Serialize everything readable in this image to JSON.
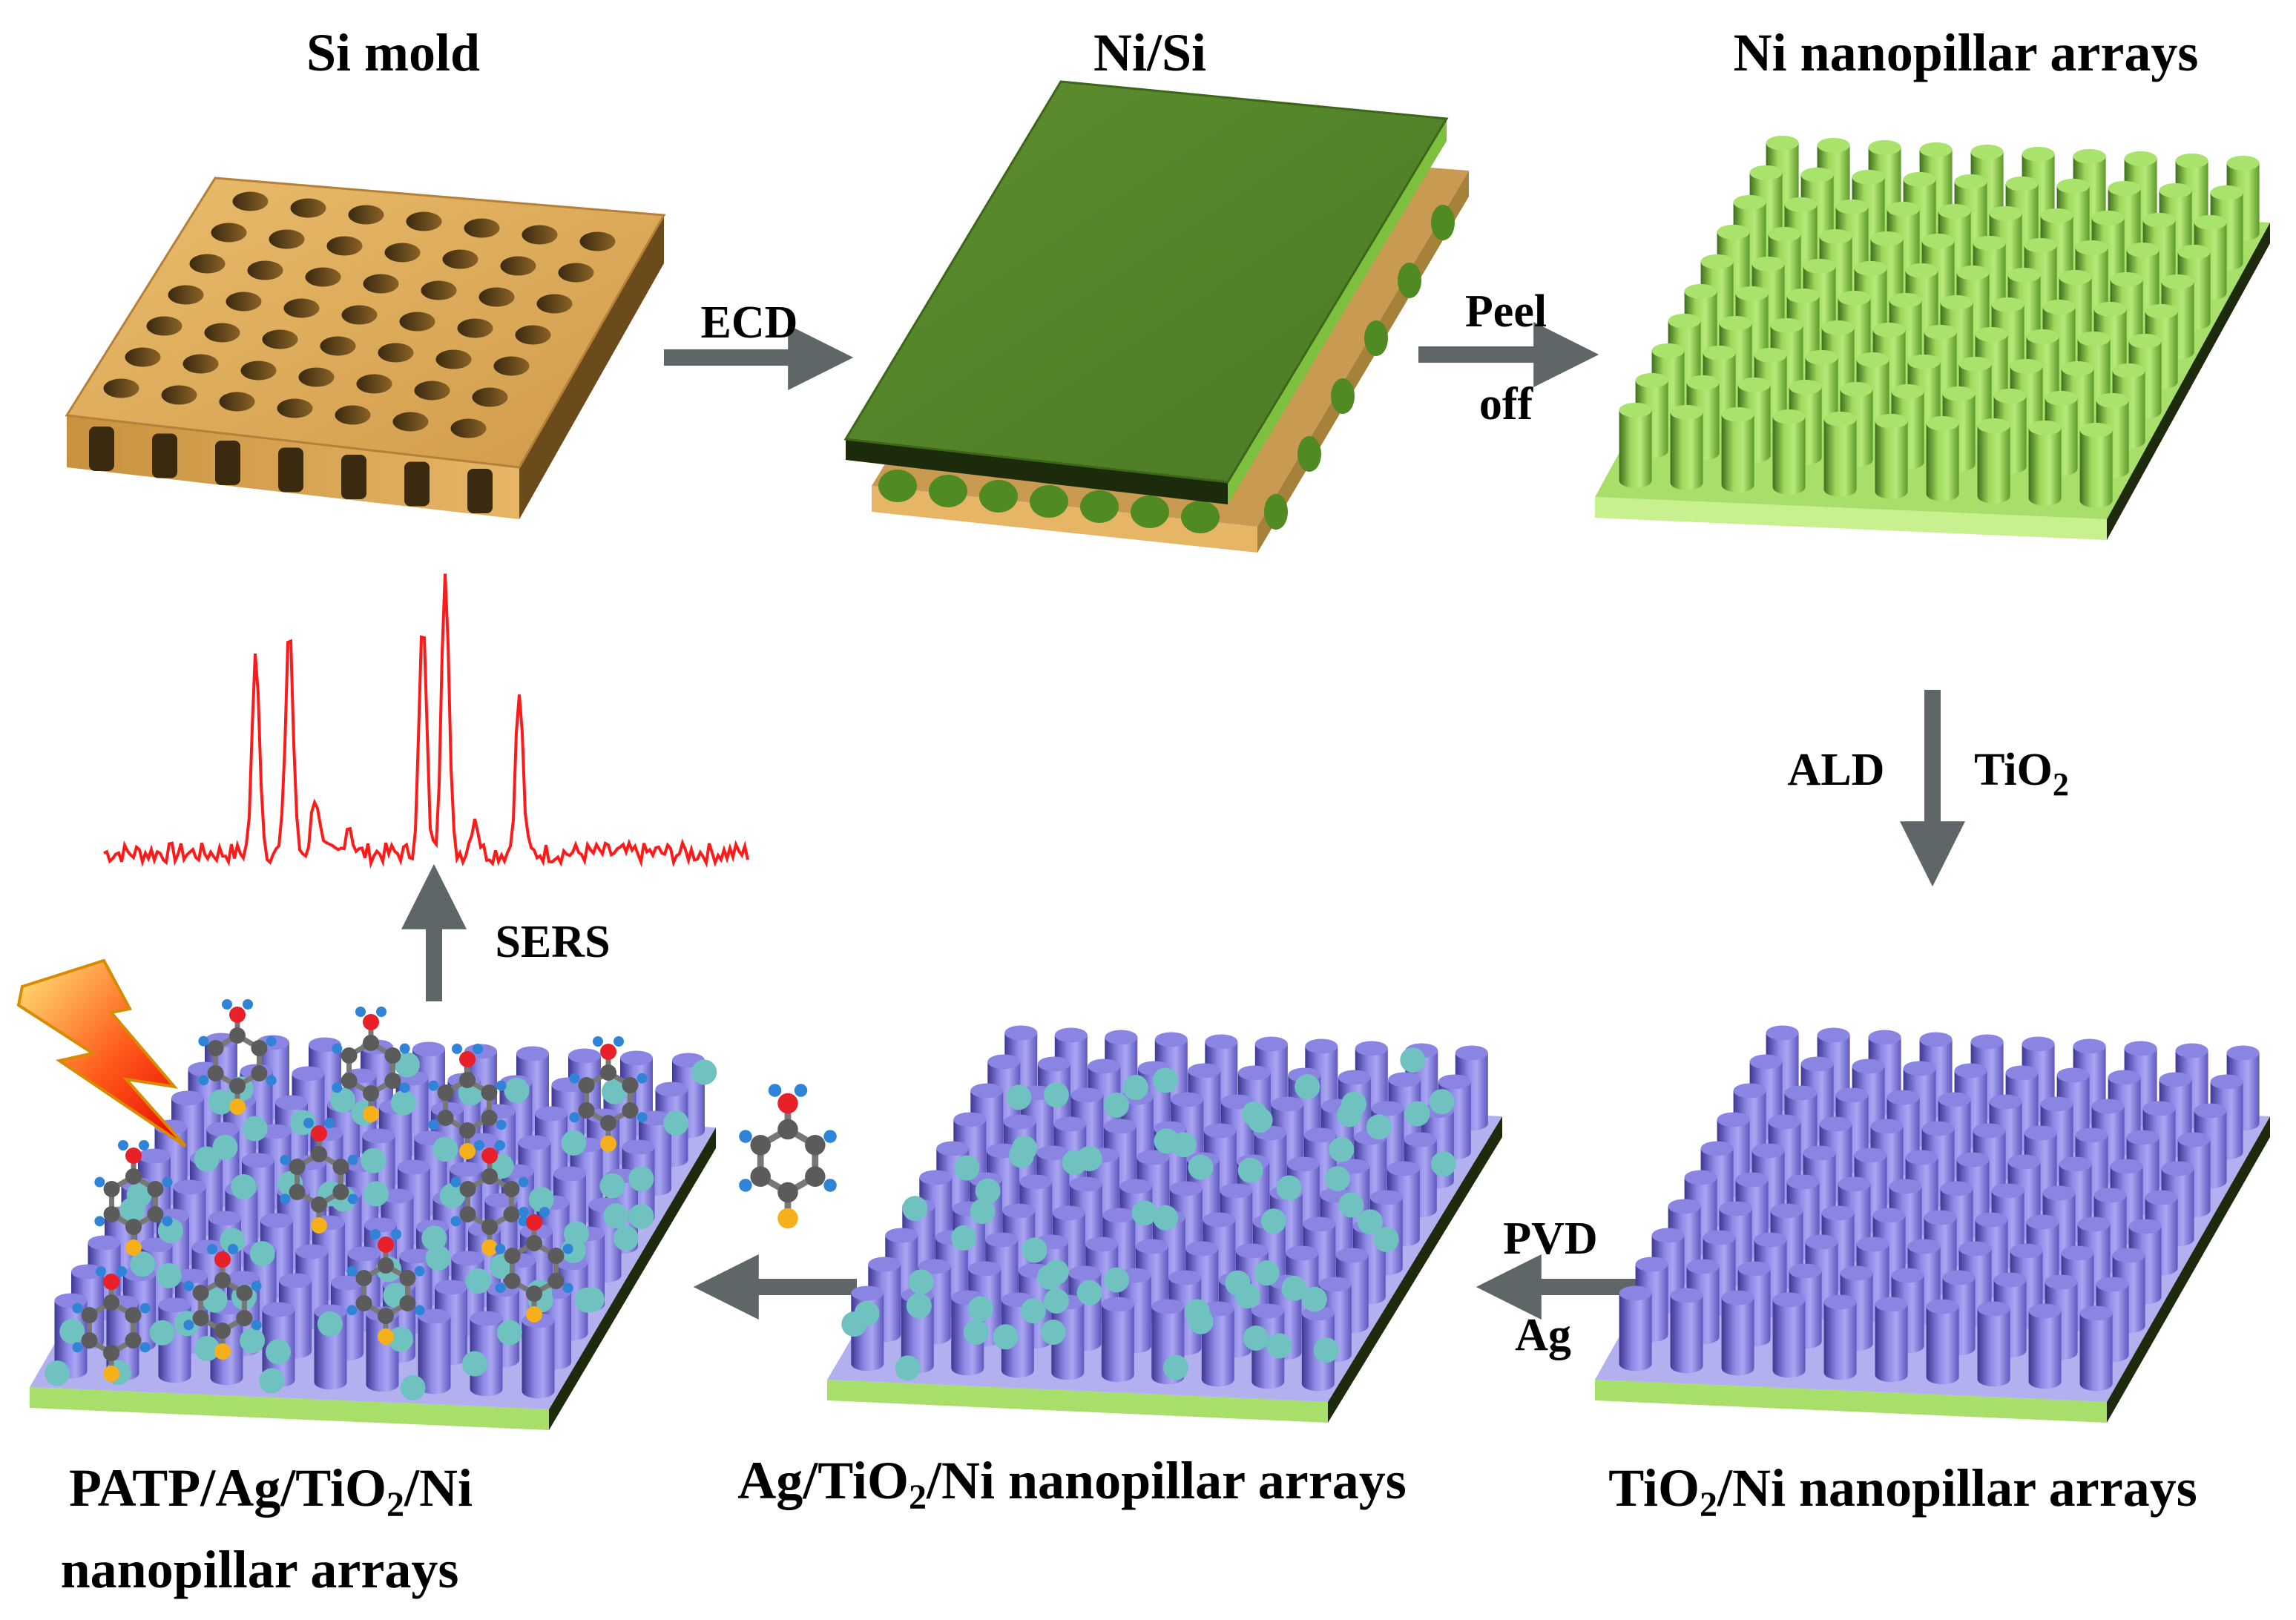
{
  "stages": {
    "si_mold": "Si mold",
    "ni_si": "Ni/Si",
    "ni_arrays": "Ni nanopillar arrays",
    "tio2_ni": [
      "TiO",
      "2",
      "/Ni nanopillar arrays"
    ],
    "ag_tio2_ni": [
      "Ag/TiO",
      "2",
      "/Ni nanopillar arrays"
    ],
    "patp_line1": [
      "PATP/Ag/TiO",
      "2",
      "/Ni"
    ],
    "patp_line2": "nanopillar arrays"
  },
  "steps": {
    "ecd": "ECD",
    "peel": "Peel",
    "off": "off",
    "ald": "ALD",
    "tio2": [
      "TiO",
      "2"
    ],
    "pvd": "PVD",
    "ag": "Ag",
    "sers": "SERS"
  },
  "colors": {
    "si": "#d9a556",
    "ni": "#6f9e3d",
    "ni_light": "#a8de6a",
    "tio2": "#8c86e0",
    "tio2_base": "#b3b0f0",
    "ag": "#6fc2bf",
    "arrow": "#5f6668",
    "spectrum": "#ff1a1a",
    "molecule_oxygen": "#e8202a",
    "molecule_hydrogen": "#2f84d8",
    "molecule_sulfur": "#f5b01c"
  },
  "icons": [
    "lightning-icon",
    "patp-molecule-icon"
  ]
}
